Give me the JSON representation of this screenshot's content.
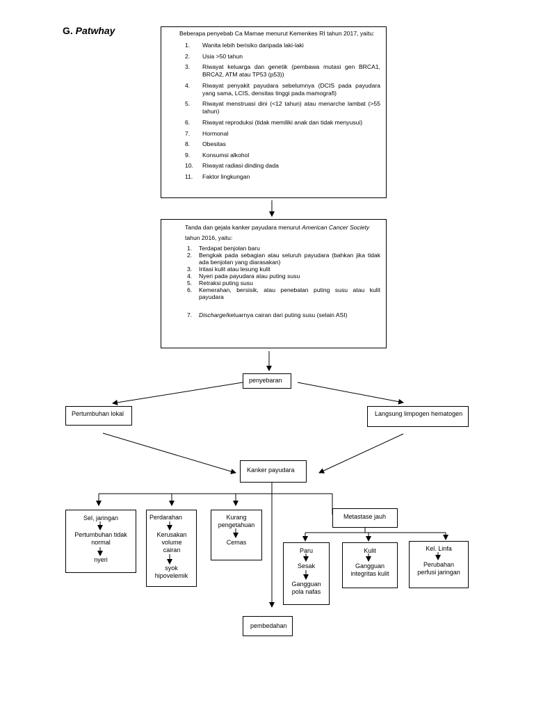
{
  "section_heading": {
    "prefix": "G.",
    "title": "Patwhay"
  },
  "causes": {
    "intro": "Beberapa penyebab Ca Mamae menurut Kemenkes RI tahun 2017, yaitu:",
    "items": [
      {
        "num": "1.",
        "text": "Wanita lebih berisiko daripada laki-laki"
      },
      {
        "num": "2.",
        "text": "Usia >50 tahun"
      },
      {
        "num": "3.",
        "text": "Riwayat keluarga dan genetik (pembawa mutasi gen BRCA1, BRCA2, ATM atau TP53 (p53))"
      },
      {
        "num": "4.",
        "text": "Riwayat penyakit payudara sebelumnya (DCIS pada payudara yang sama, LCIS, densitas tinggi pada mamografi)"
      },
      {
        "num": "5.",
        "text": "Riwayat menstruasi dini (<12 tahun) atau menarche lambat (>55 tahun)"
      },
      {
        "num": "6.",
        "text": "Riwayat reproduksi (tidak memiliki anak dan tidak menyusui)"
      },
      {
        "num": "7.",
        "text": "Hormonal"
      },
      {
        "num": "8.",
        "text": "Obesitas"
      },
      {
        "num": "9.",
        "text": "Konsumsi alkohol"
      },
      {
        "num": "10.",
        "text": "Riwayat radiasi dinding dada"
      },
      {
        "num": "11.",
        "text": "Faktor lingkungan"
      }
    ]
  },
  "symptoms": {
    "intro_before": "Tanda dan gejala kanker payudara menurut ",
    "intro_italic": "American Cancer Society",
    "intro_after": "tahun 2016, yaitu:",
    "items": [
      {
        "num": "1.",
        "text": "Terdapat benjolan baru"
      },
      {
        "num": "2.",
        "text": "Bengkak pada sebagian atau seluruh payudara (bahkan jika tidak ada benjolan yang diarasakan)"
      },
      {
        "num": "3.",
        "text": "Iritasi kulit atau lesung kulit"
      },
      {
        "num": "4.",
        "text": "Nyeri pada payudara atau puting susu"
      },
      {
        "num": "5.",
        "text": "Retraksi puting susu"
      },
      {
        "num": "6.",
        "text": "Kemerahan, bersisik, atau penebalan puting susu atau kulit payudara"
      }
    ],
    "item7": {
      "num": "7.",
      "italic": "Discharge",
      "text": "/keluarnya cairan dari puting susu (selain ASI)"
    }
  },
  "nodes": {
    "penyebaran": "penyebaran",
    "pertumbuhan_lokal": "Pertumbuhan lokal",
    "langsung_limpogen": "Langsung limpogen hematogen",
    "kanker_payudara": "Kanker payudara",
    "sel_jaringan": {
      "a": "Sel, jaringan",
      "b": "Pertumbuhan tidak normal",
      "c": "nyeri"
    },
    "perdarahan": {
      "a": "Perdarahan",
      "b": "Kerusakan volume cairan",
      "c": "syok hipovelemik"
    },
    "kurang_pengetahuan": {
      "a": "Kurang pengetahuan",
      "b": "Cemas"
    },
    "metastase_jauh": "Metastase jauh",
    "paru": {
      "a": "Paru",
      "b": "Sesak",
      "c": "Gangguan pola nafas"
    },
    "kulit": {
      "a": "Kulit",
      "b": "Gangguan integritas kulit"
    },
    "kel_linfa": {
      "a": "Kel. Linfa",
      "b": "Perubahan perfusi jaringan"
    },
    "pembedahan": "pembedahan"
  }
}
